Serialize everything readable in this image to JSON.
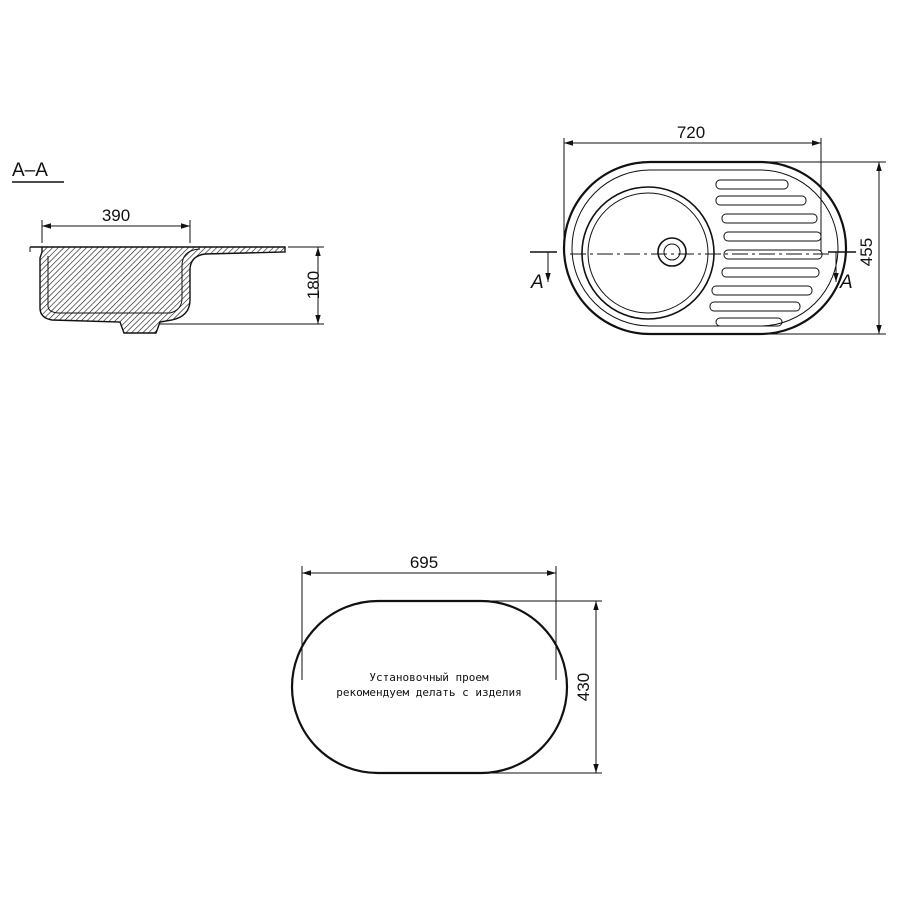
{
  "section": {
    "title": "A–A",
    "width_dim": "390",
    "height_dim": "180"
  },
  "top_view": {
    "width_dim": "720",
    "height_dim": "455",
    "cut_left": "A",
    "cut_right": "A"
  },
  "cutout": {
    "width_dim": "695",
    "height_dim": "430",
    "note_line1": "Установочный проем",
    "note_line2": "рекомендуем делать с изделия"
  }
}
